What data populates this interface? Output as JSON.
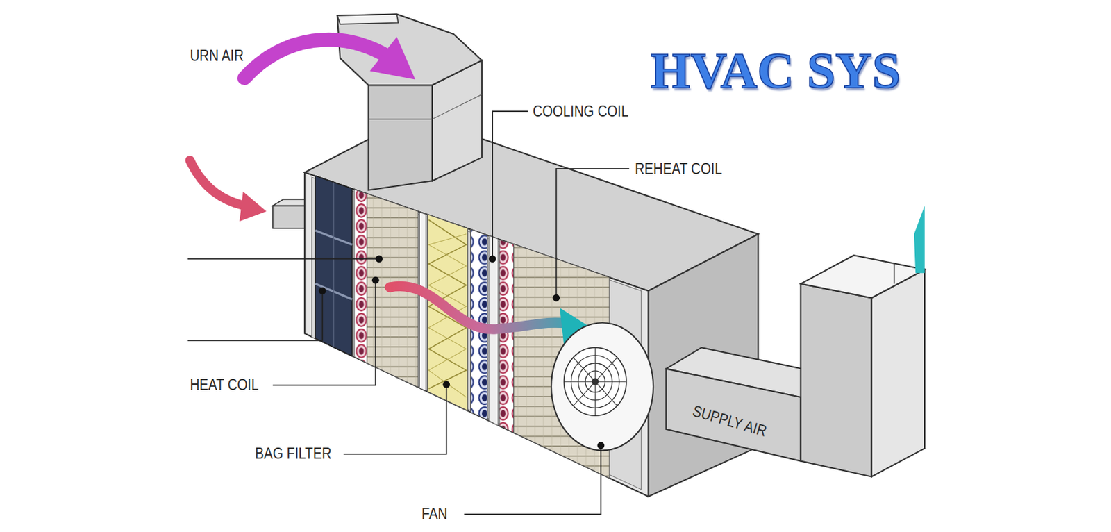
{
  "diagram": {
    "title": "HVAC SYS",
    "labels": [
      "URN AIR",
      "COOLING COIL",
      "REHEAT COIL",
      "HEAT COIL",
      "BAG FILTER",
      "FAN",
      "SUPPLY AIR"
    ]
  }
}
